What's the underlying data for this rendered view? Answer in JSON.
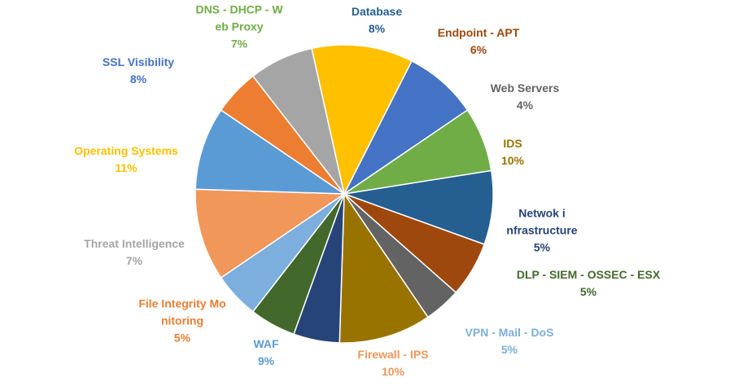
{
  "chart_data": {
    "type": "pie",
    "start_category": "Database",
    "direction": "clockwise",
    "legend": "none",
    "slices": [
      {
        "name": "Database",
        "value": 8,
        "label": "8%",
        "color": "#255E91"
      },
      {
        "name": "Endpoint - APT",
        "value": 6,
        "label": "6%",
        "color": "#9E480E"
      },
      {
        "name": "Web Servers",
        "value": 4,
        "label": "4%",
        "color": "#636363"
      },
      {
        "name": "IDS",
        "value": 10,
        "label": "10%",
        "color": "#997300"
      },
      {
        "name": "Netwok infrastructure",
        "value": 5,
        "label": "5%",
        "color": "#264478"
      },
      {
        "name": "DLP - SIEM - OSSEC - ESX",
        "value": 5,
        "label": "5%",
        "color": "#43682B"
      },
      {
        "name": "VPN - Mail - DoS",
        "value": 5,
        "label": "5%",
        "color": "#7CAFDD"
      },
      {
        "name": "Firewall - IPS",
        "value": 10,
        "label": "10%",
        "color": "#F1975A"
      },
      {
        "name": "WAF",
        "value": 9,
        "label": "9%",
        "color": "#5B9BD5"
      },
      {
        "name": "File Integrity Monitoring",
        "value": 5,
        "label": "5%",
        "color": "#ED7D31"
      },
      {
        "name": "Threat Intelligence",
        "value": 7,
        "label": "7%",
        "color": "#A5A5A5"
      },
      {
        "name": "Operating Systems",
        "value": 11,
        "label": "11%",
        "color": "#FFC000"
      },
      {
        "name": "SSL Visibility",
        "value": 8,
        "label": "8%",
        "color": "#4472C4"
      },
      {
        "name": "DNS - DHCP - Web Proxy",
        "value": 7,
        "label": "7%",
        "color": "#70AD47"
      }
    ]
  }
}
